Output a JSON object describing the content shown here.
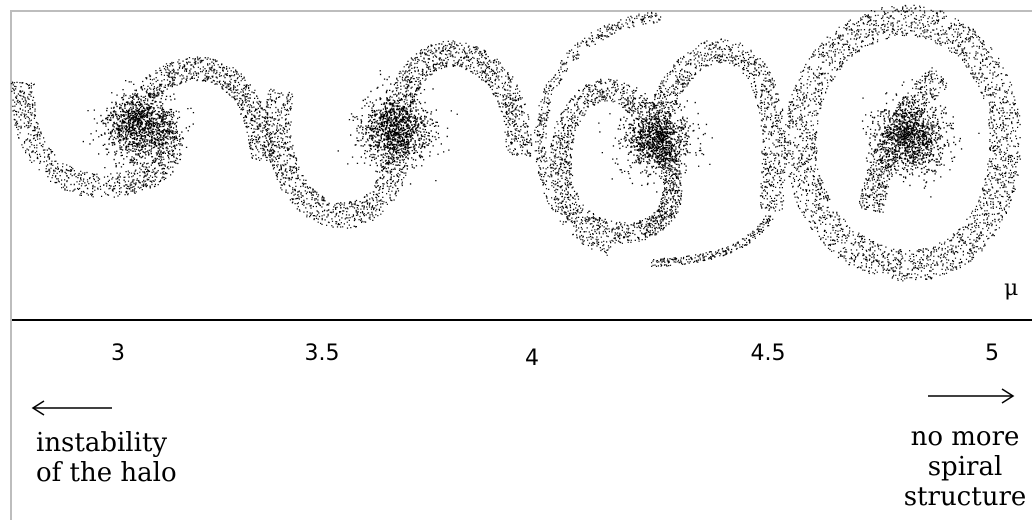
{
  "axis": {
    "symbol": "μ",
    "ticks": [
      "3",
      "3.5",
      "4",
      "4.5",
      "5"
    ]
  },
  "panels": [
    {
      "mu": "3",
      "shape": "open-s-spiral"
    },
    {
      "mu": "3.5",
      "shape": "s-spiral"
    },
    {
      "mu": "4",
      "shape": "spiral-with-outer-ring"
    },
    {
      "mu": "5",
      "shape": "ring-no-spiral"
    }
  ],
  "captions": {
    "left": [
      "instability",
      "of the halo"
    ],
    "right": [
      "no more",
      "spiral",
      "structure"
    ]
  },
  "colors": {
    "ink": "#000000",
    "background": "#ffffff"
  }
}
